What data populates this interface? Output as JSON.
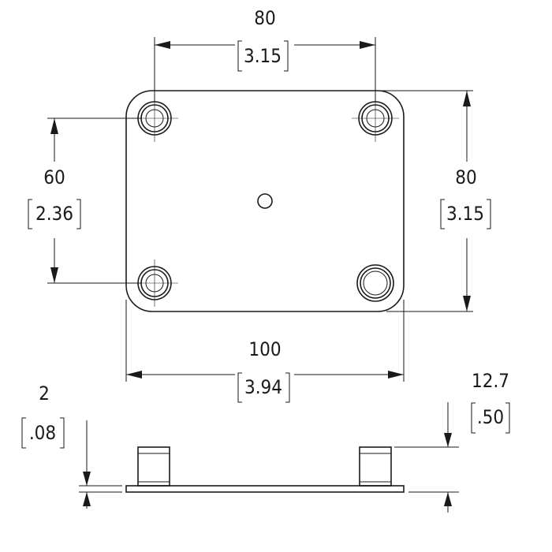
{
  "dimensions": {
    "top_hole_spacing": {
      "mm": "80",
      "in": "3.15"
    },
    "left_hole_spacing": {
      "mm": "60",
      "in": "2.36"
    },
    "plate_height": {
      "mm": "80",
      "in": "3.15"
    },
    "plate_width": {
      "mm": "100",
      "in": "3.94"
    },
    "plate_thickness": {
      "mm": "2",
      "in": ".08"
    },
    "standoff_height": {
      "mm": "12.7",
      "in": ".50"
    }
  }
}
